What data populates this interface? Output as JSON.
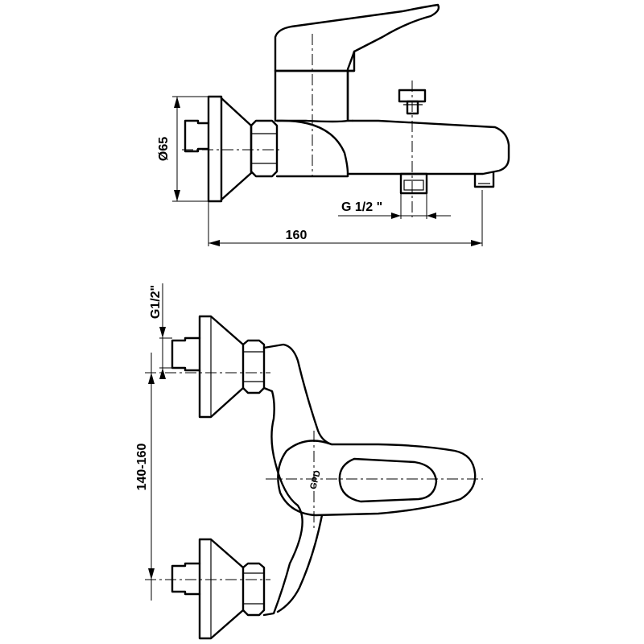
{
  "side_view": {
    "dim_diameter": "Ø65",
    "dim_outlet_thread": "G 1/2 \"",
    "dim_width": "160"
  },
  "top_view": {
    "dim_inlet_thread": "G1/2\"",
    "dim_spacing": "140-160",
    "logo_text": "GPD"
  }
}
